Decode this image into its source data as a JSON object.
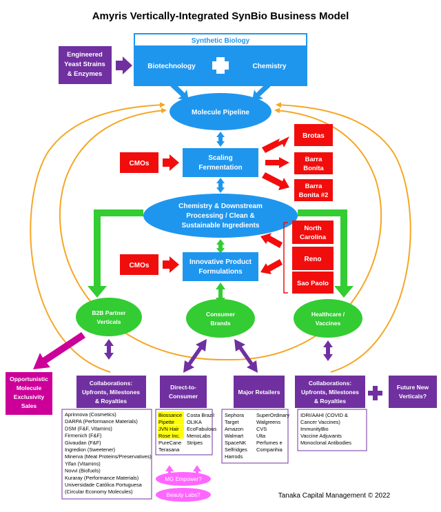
{
  "title": "Amyris Vertically-Integrated SynBio Business Model",
  "footer": "Tanaka Capital Management © 2022",
  "synbio": {
    "header": "Synthetic Biology",
    "left": "Biotechnology",
    "right": "Chemistry",
    "plus": "+"
  },
  "engineered": [
    "Engineered",
    "Yeast Strains",
    "& Enzymes"
  ],
  "pipeline": "Molecule Pipeline",
  "scaling": [
    "Scaling",
    "Fermentation"
  ],
  "chemistry": [
    "Chemistry & Downstream",
    "Processing / Clean &",
    "Sustainable Ingredients"
  ],
  "innovative": [
    "Innovative Product",
    "Formulations"
  ],
  "cmos_1": "CMOs",
  "cmos_2": "CMOs",
  "plants_top": {
    "brotas": "Brotas",
    "barra1": [
      "Barra",
      "Bonita"
    ],
    "barra2": [
      "Barra",
      "Bonita #2"
    ]
  },
  "plants_bottom": {
    "nc": [
      "North",
      "Carolina"
    ],
    "reno": "Reno",
    "sao": "Sao Paolo"
  },
  "verticals": {
    "b2b": [
      "B2B Partner",
      "Verticals"
    ],
    "consumer": [
      "Consumer",
      "Brands"
    ],
    "health": [
      "Healthcare /",
      "Vaccines"
    ]
  },
  "opportunistic": [
    "Opportunistic",
    "Molecule",
    "Exclusivity",
    "Sales"
  ],
  "collab_left": [
    "Collaborations:",
    "Upfronts, Milestones",
    "& Royalties"
  ],
  "dtc": [
    "Direct-to-",
    "Consumer"
  ],
  "major": "Major Retailers",
  "collab_right": [
    "Collaborations:",
    "Upfronts, Milestones",
    "& Royalties"
  ],
  "future": [
    "Future New",
    "Verticals?"
  ],
  "plus2": "+",
  "partners_b2b": [
    "Aprinnova (Cosmetics)",
    "DARPA (Performance Materials)",
    "DSM (F&F, Vitamins)",
    "Firmenich (F&F)",
    "Givaudan (F&F)",
    "Ingredion (Sweetener)",
    "Minerva (Meat Proteins/Preservatives)",
    "Yifan (Vitamins)",
    "Novvi (Biofuels)",
    "Kuraray (Performance Materials)",
    "Universidade Católica Portuguesa",
    "(Circular Economy Molecules)"
  ],
  "brands_col1": [
    "Biossance",
    "Pipette",
    "JVN Hair",
    "Rose Inc.",
    "PureCane",
    "Terasana"
  ],
  "brands_col2": [
    "Costa Brazil",
    "OLIKA",
    "EcoFabulous",
    "MenoLabs",
    "Stripes"
  ],
  "retailers_col1": [
    "Sephora",
    "Target",
    "Amazon",
    "Walmart",
    "SpaceNK",
    "Selfridges",
    "Harrods"
  ],
  "retailers_col2": [
    "SuperOrdinary",
    "Walgreens",
    "CVS",
    "Ulta",
    "Perfumes e",
    "Companhia"
  ],
  "health_partners": [
    "IDRI/AAHI (COVID &",
    "Cancer Vaccines)",
    "ImmunityBio",
    "Vaccine Adjuvants",
    "Monoclonal Antibodies"
  ],
  "mg_empower": "MG Empower?",
  "beauty_labs": "Beauty Labs?",
  "colors": {
    "blue": "#1f96ee",
    "red": "#f20d0d",
    "purple": "#7030a0",
    "green": "#33cc33",
    "orange": "#f5a623",
    "magenta": "#cc0099",
    "pink": "#ff66ff",
    "yellow": "#ffff00"
  }
}
